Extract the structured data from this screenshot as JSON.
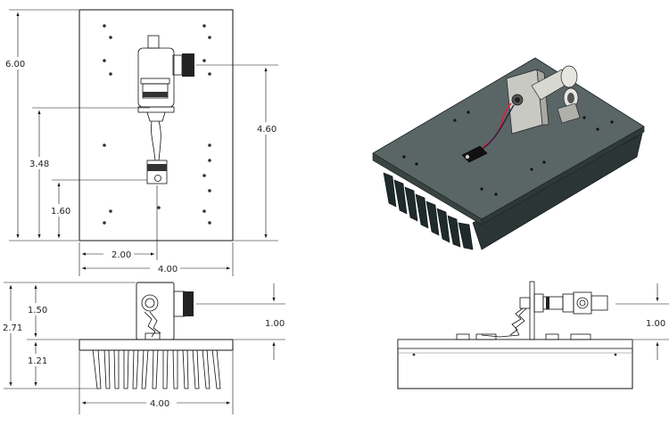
{
  "drawing": {
    "top_view": {
      "overall_height": "6.00",
      "connector_center": "4.60",
      "lead_position": "3.48",
      "module_position": "1.60",
      "connector_offset": "2.00",
      "overall_width": "4.00"
    },
    "front_view": {
      "total_height": "2.71",
      "bracket_height": "1.50",
      "fin_depth": "1.21",
      "connector_height": "1.00",
      "overall_width": "4.00"
    },
    "side_view": {
      "connector_height": "1.00"
    }
  }
}
